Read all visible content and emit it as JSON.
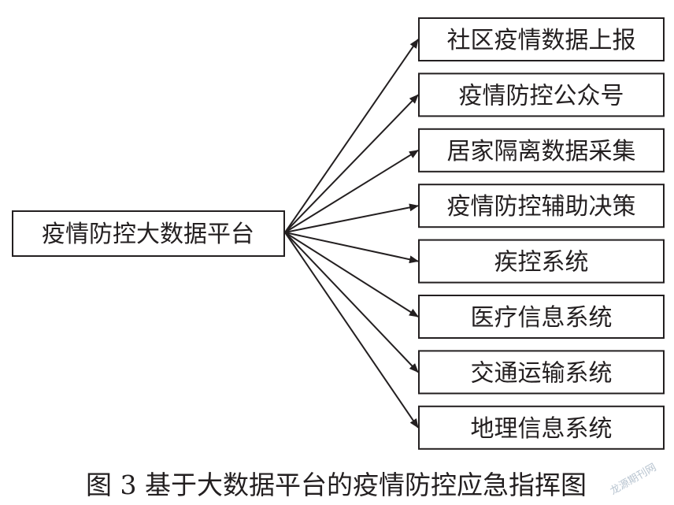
{
  "source": {
    "label": "疫情防控大数据平台"
  },
  "targets": [
    "社区疫情数据上报",
    "疫情防控公众号",
    "居家隔离数据采集",
    "疫情防控辅助决策",
    "疾控系统",
    "医疗信息系统",
    "交通运输系统",
    "地理信息系统"
  ],
  "caption": "图 3  基于大数据平台的疫情防控应急指挥图",
  "watermark": "龙源期刊网",
  "colors": {
    "stroke": "#231f20",
    "text": "#231f20",
    "background": "#ffffff"
  }
}
